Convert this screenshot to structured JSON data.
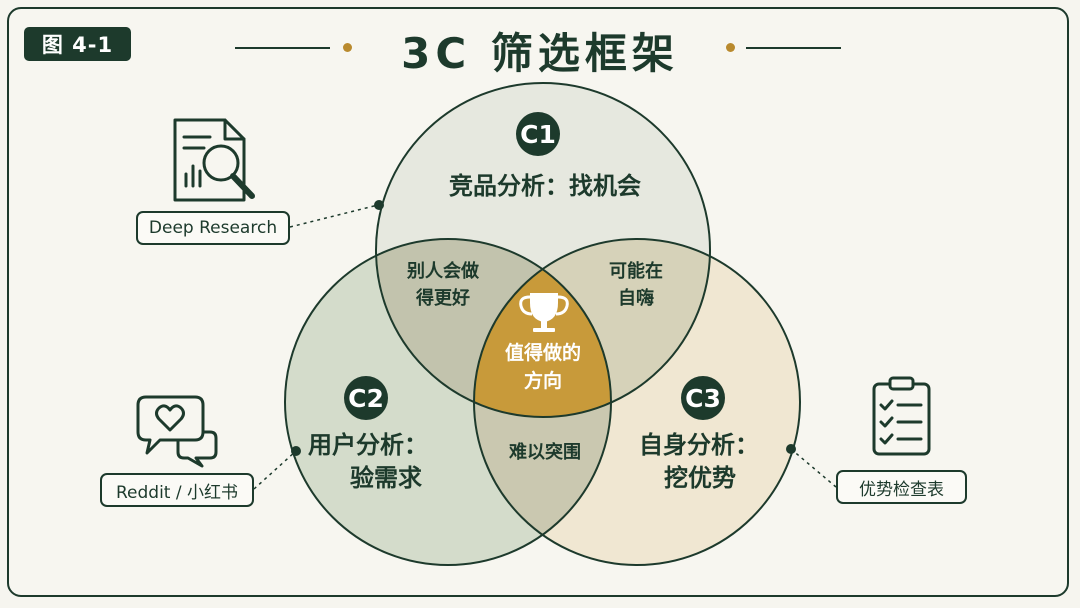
{
  "figure_label": "图 4-1",
  "title": "3C 筛选框架",
  "colors": {
    "dark_green": "#1d3a2c",
    "gold": "#c89a3a",
    "c1_fill": "#e6e8df",
    "c2_fill": "#d4dccb",
    "c3_fill": "#f0e7d2"
  },
  "circles": {
    "c1": {
      "badge": "C1",
      "label_line1": "竞品分析：找机会"
    },
    "c2": {
      "badge": "C2",
      "label_line1": "用户分析：",
      "label_line2": "验需求"
    },
    "c3": {
      "badge": "C3",
      "label_line1": "自身分析：",
      "label_line2": "挖优势"
    }
  },
  "overlaps": {
    "c1_c2": {
      "line1": "别人会做",
      "line2": "得更好"
    },
    "c1_c3": {
      "line1": "可能在",
      "line2": "自嗨"
    },
    "c2_c3": {
      "line1": "难以突围"
    },
    "center": {
      "icon": "trophy-icon",
      "line1": "值得做的",
      "line2": "方向"
    }
  },
  "tools": {
    "deep_research": {
      "label": "Deep Research",
      "icon": "document-search-icon"
    },
    "reddit": {
      "label": "Reddit / 小红书",
      "icon": "chat-heart-icon"
    },
    "checklist": {
      "label": "优势检查表",
      "icon": "clipboard-checklist-icon"
    }
  }
}
